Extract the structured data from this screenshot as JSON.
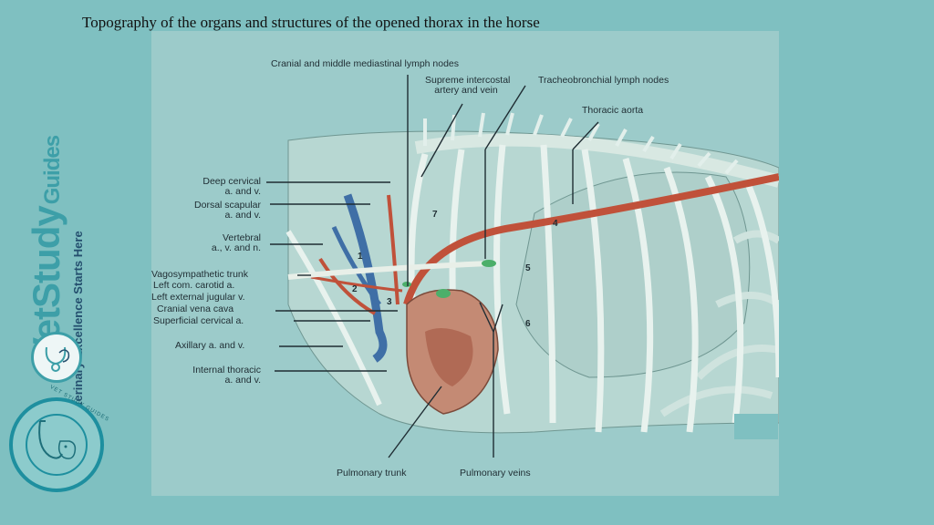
{
  "title": "Topography of the organs and structures of the opened thorax in the horse",
  "brand": {
    "name_main": "VetStudy",
    "name_suffix": "Guides",
    "tagline": "Veterinary Excellence Starts Here",
    "badge_text": "VET STUDY GUIDES"
  },
  "labels": {
    "cranial_middle_mediastinal": "Cranial and middle mediastinal lymph nodes",
    "supreme_intercostal_1": "Supreme intercostal",
    "supreme_intercostal_2": "artery and vein",
    "tracheobronchial": "Tracheobronchial lymph nodes",
    "thoracic_aorta": "Thoracic aorta",
    "deep_cervical_1": "Deep cervical",
    "deep_cervical_2": "a. and v.",
    "dorsal_scapular_1": "Dorsal scapular",
    "dorsal_scapular_2": "a. and v.",
    "vertebral_1": "Vertebral",
    "vertebral_2": "a., v. and n.",
    "vagosympathetic": "Vagosympathetic trunk",
    "left_com_carotid": "Left com. carotid a.",
    "left_ext_jugular": "Left external jugular v.",
    "cranial_vena_cava": "Cranial vena cava",
    "superficial_cervical": "Superficial cervical a.",
    "axillary": "Axillary a. and v.",
    "internal_thoracic_1": "Internal thoracic",
    "internal_thoracic_2": "a. and v.",
    "pulmonary_trunk": "Pulmonary trunk",
    "pulmonary_veins": "Pulmonary veins"
  },
  "numbers": [
    "1",
    "2",
    "3",
    "4",
    "5",
    "6",
    "7"
  ],
  "colors": {
    "background": "#7fc0c1",
    "artery": "#c0513a",
    "vein": "#3f6fa6",
    "brand": "#3d9fa8"
  }
}
